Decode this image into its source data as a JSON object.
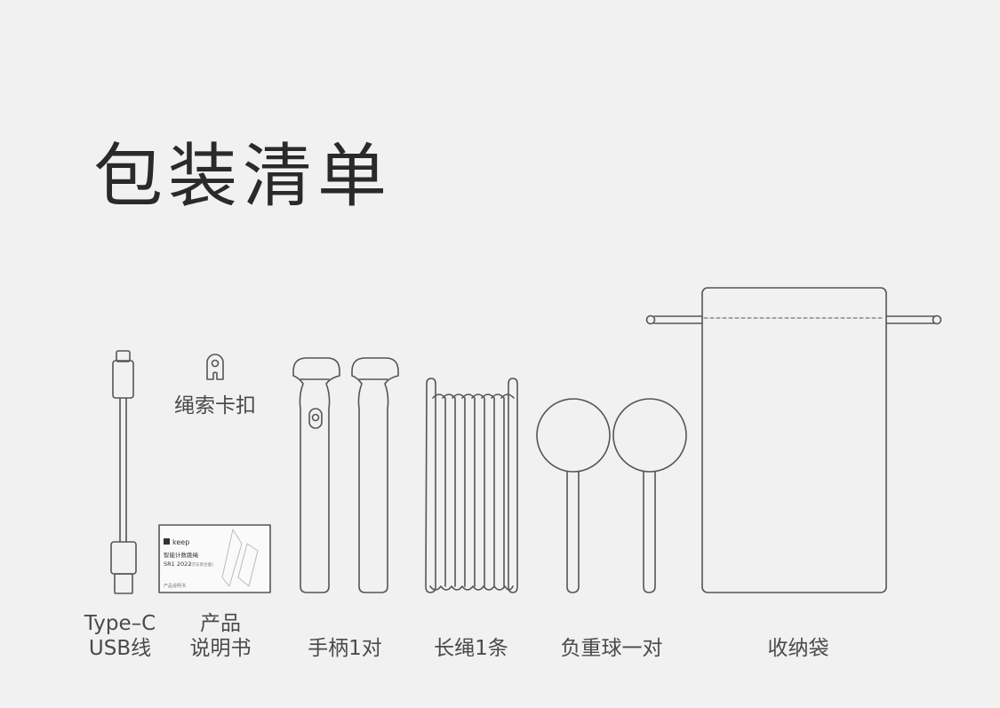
{
  "title": "包装清单",
  "items": {
    "cable": {
      "line1": "Type–C",
      "line2": "USB线"
    },
    "manual": {
      "line1": "产品",
      "line2": "说明书"
    },
    "clip": {
      "label": "绳索卡扣"
    },
    "handles": {
      "label": "手柄1对"
    },
    "rope": {
      "label": "长绳1条"
    },
    "balls": {
      "label": "负重球一对"
    },
    "bag": {
      "label": "收纳袋"
    }
  },
  "manual_card": {
    "brand": "keep",
    "product": "智能计数跳绳",
    "model": "SR1 2022",
    "model_note": "(京东新合版)",
    "footer": "产品说明书"
  },
  "colors": {
    "background": "#f2f1f1",
    "stroke": "#555555",
    "text": "#4a4a4a"
  }
}
